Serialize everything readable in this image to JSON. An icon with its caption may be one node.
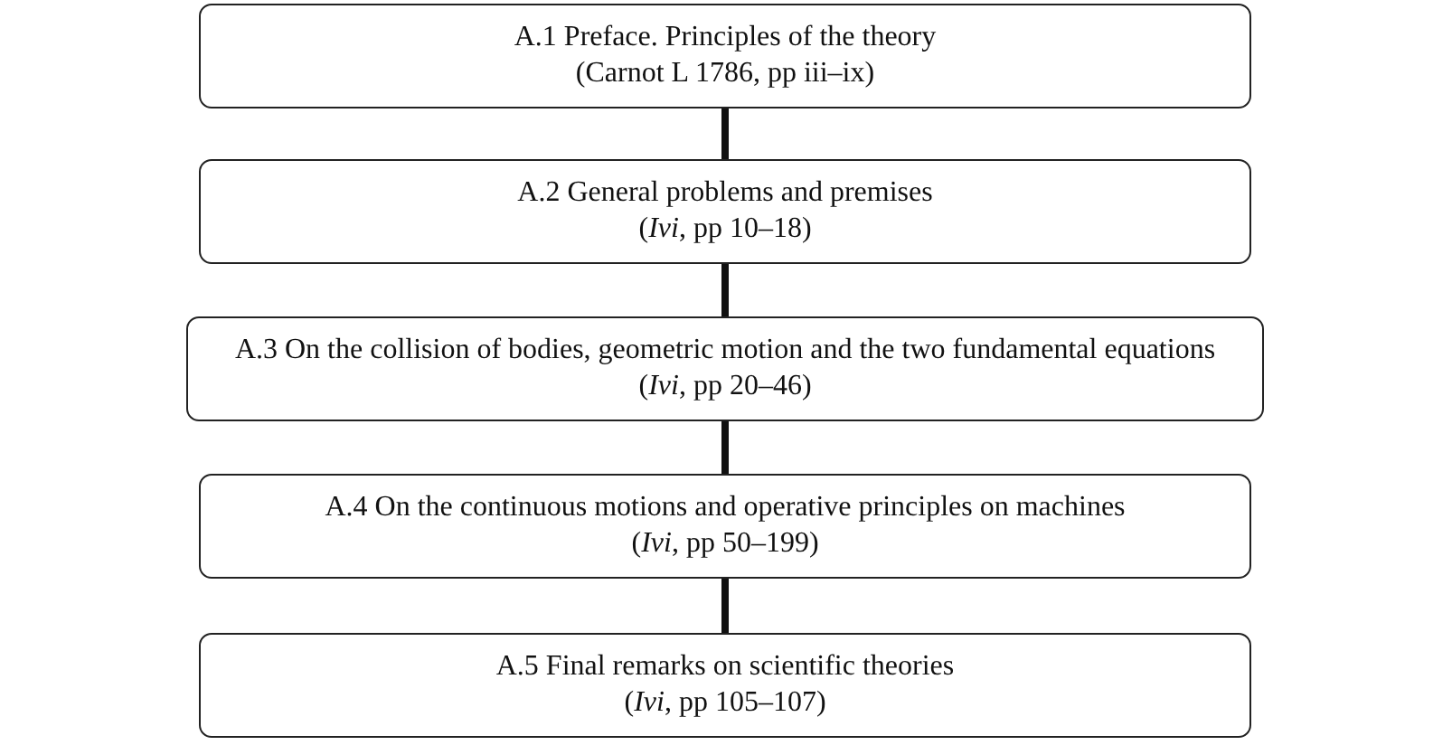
{
  "diagram": {
    "nodes": [
      {
        "text": [
          "A.1 Preface. Principles of the theory",
          "(Carnot L 1786, pp iii–ix)"
        ]
      },
      {
        "text": [
          "A.2 General problems and premises",
          "(*Ivi*,  pp 10–18)"
        ]
      },
      {
        "text": [
          "A.3 On the collision of bodies, geometric motion and the two fundamental equations",
          "(*Ivi*, pp 20–46)"
        ]
      },
      {
        "text": [
          "A.4 On the continuous motions and operative principles on machines",
          "(*Ivi*, pp 50–199)"
        ]
      },
      {
        "text": [
          "A.5 Final remarks on scientific theories",
          "(*Ivi*, pp 105–107)"
        ]
      }
    ],
    "edges": [
      {
        "from": 0,
        "to": 1,
        "arrow": "none"
      },
      {
        "from": 1,
        "to": 2,
        "arrow": "none"
      },
      {
        "from": 2,
        "to": 3,
        "arrow": "none"
      },
      {
        "from": 3,
        "to": 4,
        "arrow": "none"
      }
    ]
  }
}
